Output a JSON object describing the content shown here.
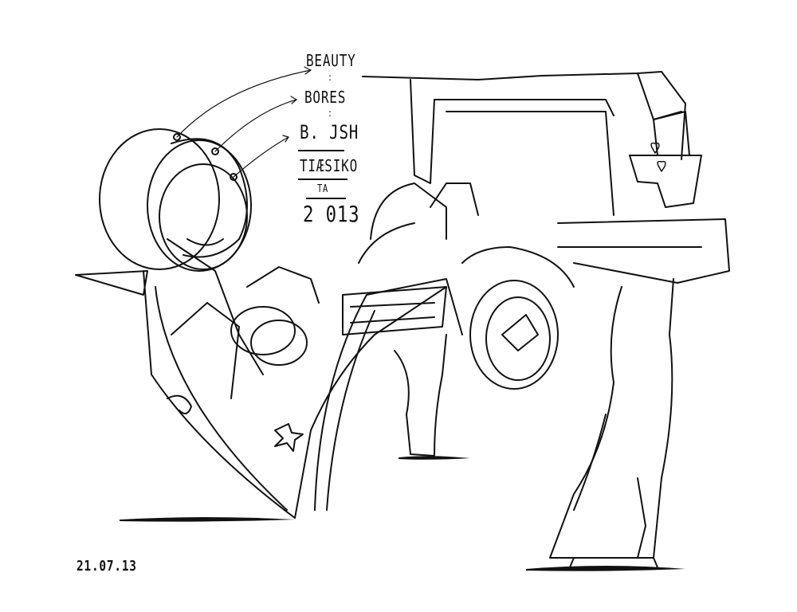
{
  "drawing": {
    "labels": {
      "beauty": "BEAUTY",
      "sep1": ":",
      "bores": "BORES",
      "sep2": ":",
      "signature": "B. JSH",
      "tiesiko": "TIÆSIKO",
      "ta": "TA",
      "year": "2 013"
    },
    "date": "21.07.13",
    "ink_color": "#111111",
    "paper_color": "#ffffff"
  }
}
